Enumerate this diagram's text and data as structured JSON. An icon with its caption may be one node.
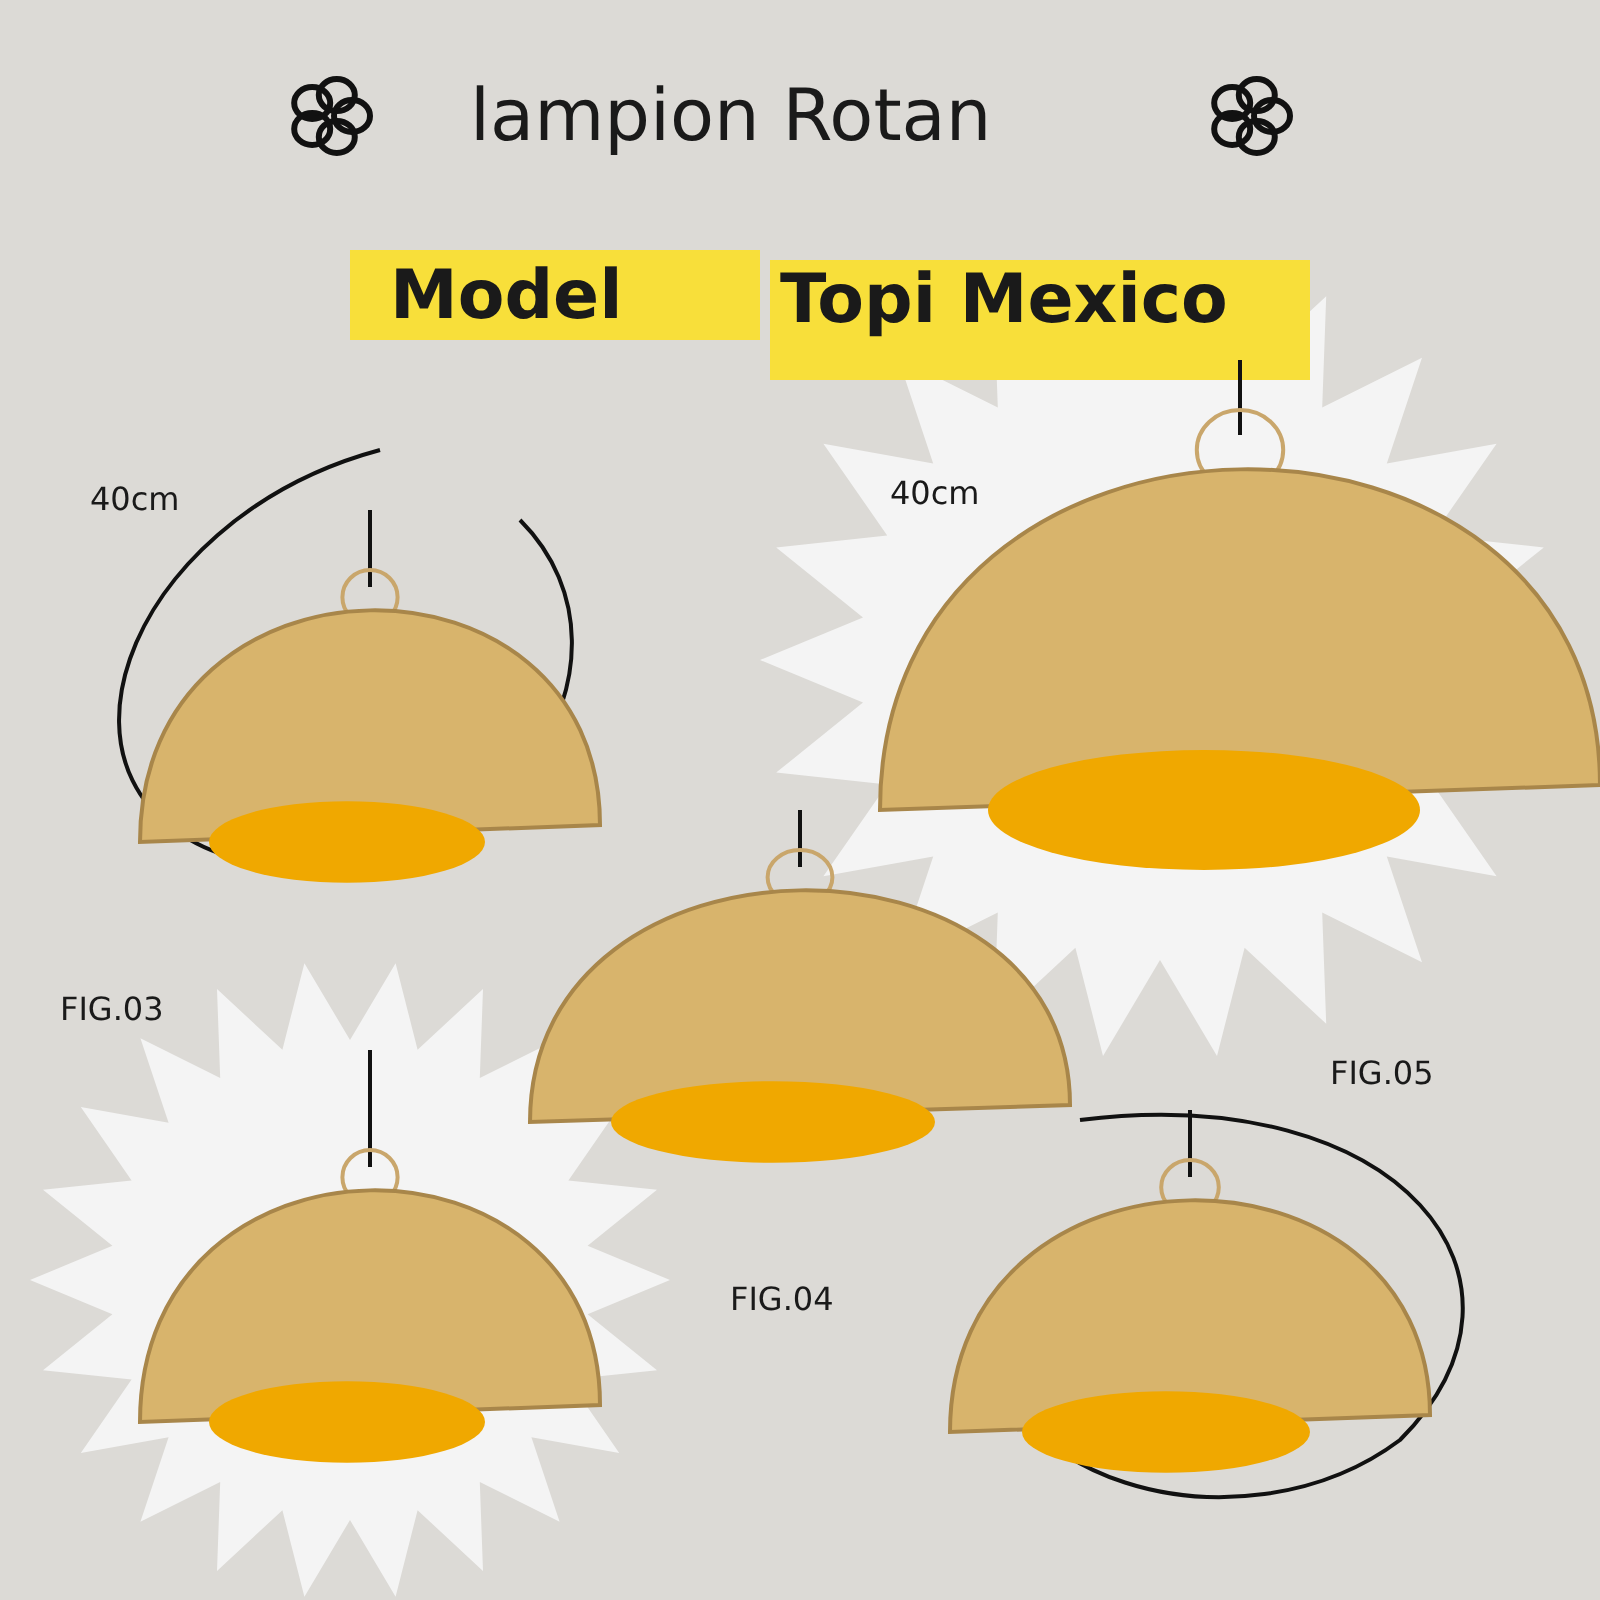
{
  "diagram": {
    "title": "lampion Rotan",
    "labels": [
      "Model",
      "Topi Mexico",
      "40cm",
      "40cm",
      "FIG.03",
      "FIG.04",
      "FIG.05"
    ]
  }
}
